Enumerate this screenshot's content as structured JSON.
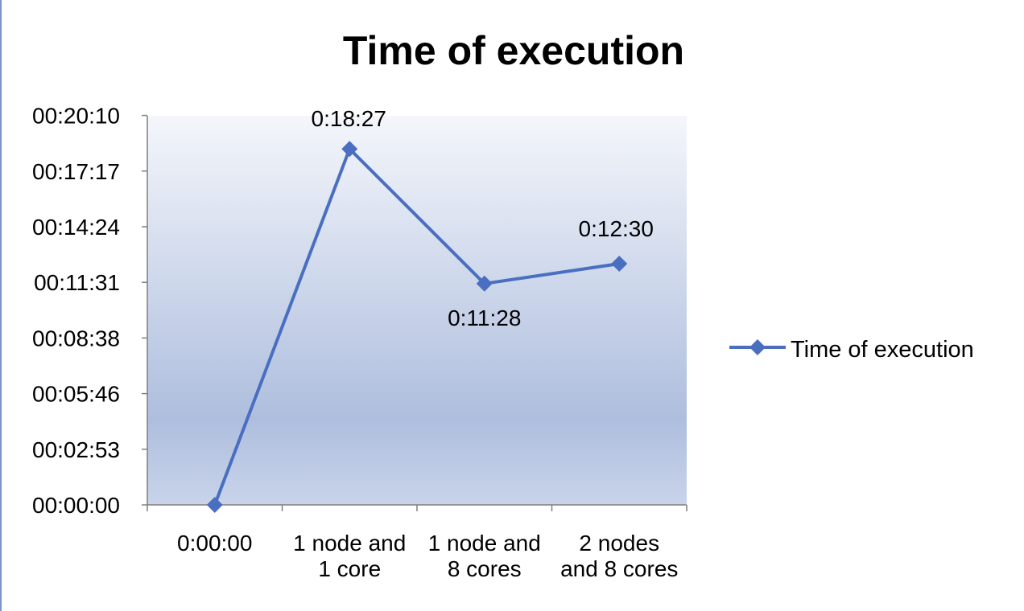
{
  "chart_data": {
    "type": "line",
    "title": "Time of execution",
    "categories": [
      [
        "0:00:00"
      ],
      [
        "1 node and",
        "1 core"
      ],
      [
        "1 node and",
        "8 cores"
      ],
      [
        "2 nodes",
        "and 8 cores"
      ]
    ],
    "series": [
      {
        "name": "Time of execution",
        "values_seconds": [
          0,
          1107,
          688,
          750
        ],
        "data_labels": [
          "",
          "0:18:27",
          "0:11:28",
          "0:12:30"
        ],
        "color": "#4a6fc0"
      }
    ],
    "y_axis": {
      "min_seconds": 0,
      "max_seconds": 1210,
      "tick_step_seconds": 173,
      "tick_labels": [
        "00:00:00",
        "00:02:53",
        "00:05:46",
        "00:08:38",
        "00:11:31",
        "00:14:24",
        "00:17:17",
        "00:20:10"
      ]
    },
    "legend": {
      "position": "right",
      "label": "Time of execution"
    },
    "plot_background": "vertical gradient white to blue",
    "grid": false
  }
}
